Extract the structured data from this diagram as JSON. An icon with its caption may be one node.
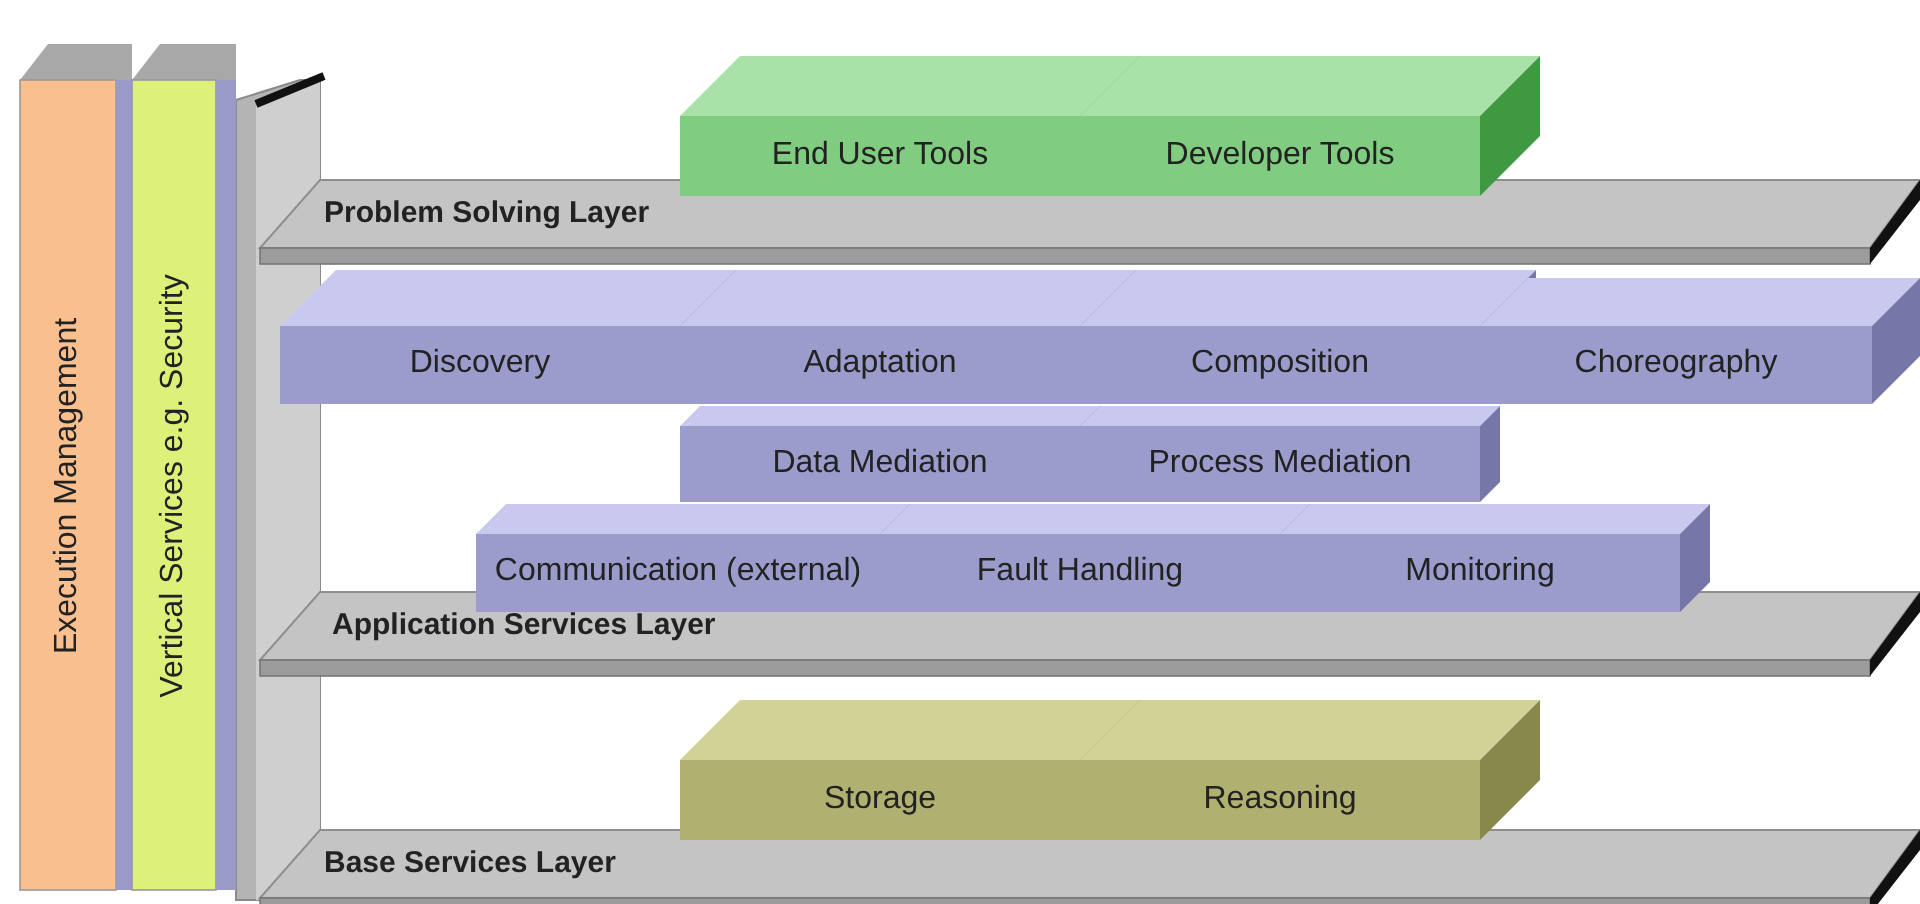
{
  "diagram": {
    "nodes": [
      {
        "text": [
          "Execution Management"
        ]
      },
      {
        "text": [
          "Vertical Services e.g. Security"
        ]
      },
      {
        "text": [
          "End User Tools"
        ]
      },
      {
        "text": [
          "Developer Tools"
        ]
      },
      {
        "text": [
          "Problem Solving Layer"
        ]
      },
      {
        "text": [
          "Discovery"
        ]
      },
      {
        "text": [
          "Adaptation"
        ]
      },
      {
        "text": [
          "Composition"
        ]
      },
      {
        "text": [
          "Choreography"
        ]
      },
      {
        "text": [
          "Data Mediation"
        ]
      },
      {
        "text": [
          "Process Mediation"
        ]
      },
      {
        "text": [
          "Communication (external)"
        ]
      },
      {
        "text": [
          "Fault Handling"
        ]
      },
      {
        "text": [
          "Monitoring"
        ]
      },
      {
        "text": [
          "Application Services Layer"
        ]
      },
      {
        "text": [
          "Storage"
        ]
      },
      {
        "text": [
          "Reasoning"
        ]
      },
      {
        "text": [
          "Base Services Layer"
        ]
      }
    ]
  }
}
